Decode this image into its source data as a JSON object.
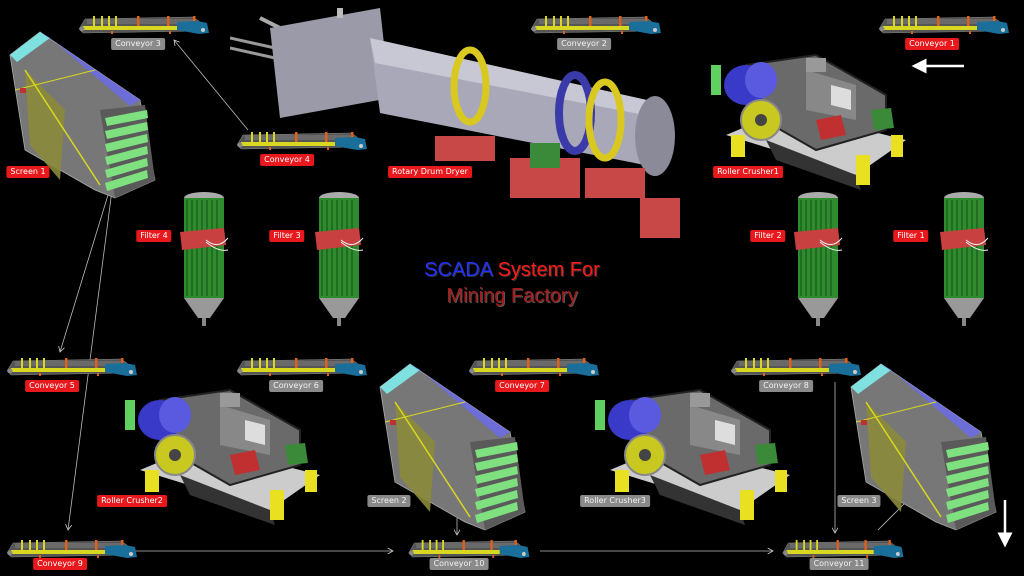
{
  "title": {
    "part1": "SCADA",
    "part2": "System For",
    "line2": "Mining Factory"
  },
  "colors": {
    "label_red": "#e8181c",
    "label_gray": "#8a8a8a",
    "belt_yellow": "#d8d820",
    "motor_blue": "#1a6e9a",
    "filter_green": "#2e8b2e",
    "screen_green": "#7fe07f"
  },
  "conveyors": [
    {
      "id": "c3",
      "label": "Conveyor 3",
      "style": "gray"
    },
    {
      "id": "c2",
      "label": "Conveyor 2",
      "style": "gray"
    },
    {
      "id": "c1",
      "label": "Conveyor 1",
      "style": "red"
    },
    {
      "id": "c4",
      "label": "Conveyor 4",
      "style": "red"
    },
    {
      "id": "c5",
      "label": "Conveyor 5",
      "style": "red"
    },
    {
      "id": "c6",
      "label": "Conveyor 6",
      "style": "gray"
    },
    {
      "id": "c7",
      "label": "Conveyor 7",
      "style": "red"
    },
    {
      "id": "c8",
      "label": "Conveyor 8",
      "style": "gray"
    },
    {
      "id": "c9",
      "label": "Conveyor 9",
      "style": "red"
    },
    {
      "id": "c10",
      "label": "Conveyor 10",
      "style": "gray"
    },
    {
      "id": "c11",
      "label": "Conveyor 11",
      "style": "gray"
    }
  ],
  "screens": [
    {
      "label": "Screen 1",
      "style": "red"
    },
    {
      "label": "Screen 2",
      "style": "gray"
    },
    {
      "label": "Screen 3",
      "style": "gray"
    }
  ],
  "crushers": [
    {
      "label": "Roller Crusher1",
      "style": "red"
    },
    {
      "label": "Roller Crusher2",
      "style": "red"
    },
    {
      "label": "Roller Crusher3",
      "style": "gray"
    }
  ],
  "filters": [
    {
      "label": "Filter 4",
      "style": "red"
    },
    {
      "label": "Filter 3",
      "style": "red"
    },
    {
      "label": "Filter 2",
      "style": "red"
    },
    {
      "label": "Filter 1",
      "style": "red"
    }
  ],
  "dryer": {
    "label": "Rotary Drum Dryer",
    "style": "red"
  }
}
